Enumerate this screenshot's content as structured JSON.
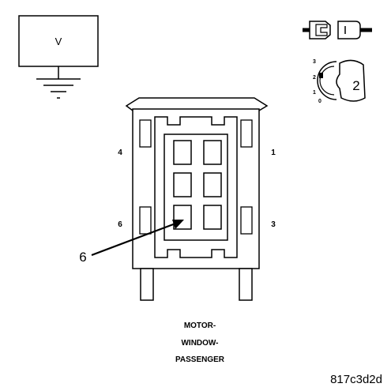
{
  "voltmeter": {
    "letter": "V"
  },
  "ignition": {
    "positions": [
      "3",
      "2",
      "1",
      "0"
    ],
    "key_position": "2"
  },
  "connector": {
    "pins": {
      "top_left": "4",
      "top_right": "1",
      "bottom_left": "6",
      "bottom_right": "3"
    },
    "callout_pin": "6"
  },
  "title": {
    "lines": [
      "MOTOR-",
      "WINDOW-",
      "PASSENGER"
    ]
  },
  "figure_code": "817c3d2d",
  "colors": {
    "ink": "#000000",
    "paper": "#ffffff"
  }
}
